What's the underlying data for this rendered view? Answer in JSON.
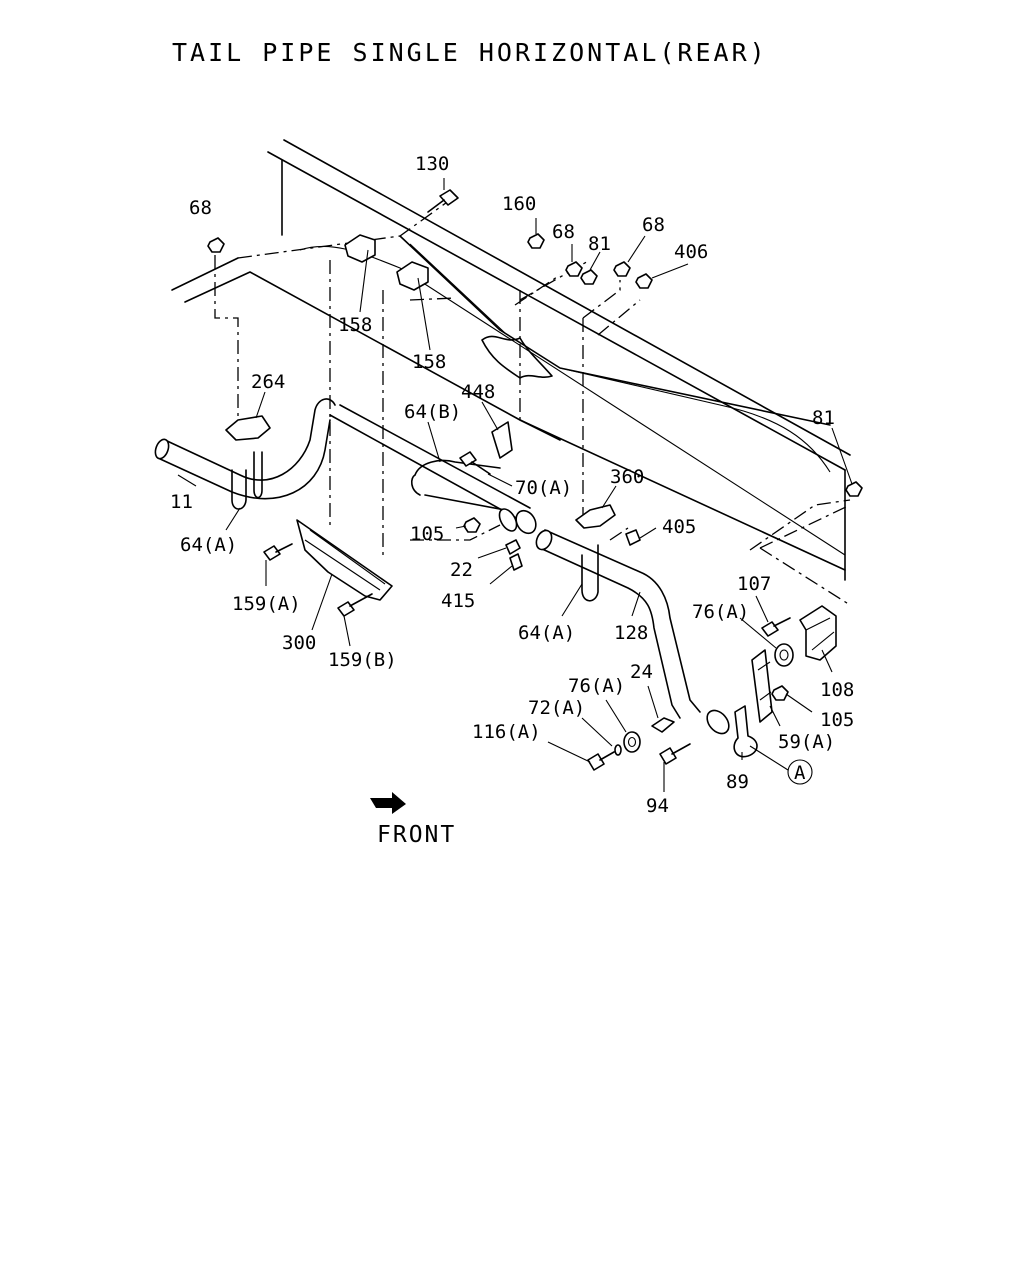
{
  "title": "TAIL PIPE SINGLE HORIZONTAL(REAR)",
  "front_label": "FRONT",
  "callouts": {
    "c130": "130",
    "c68a": "68",
    "c160": "160",
    "c68b": "68",
    "c81a": "81",
    "c68c": "68",
    "c406": "406",
    "c158a": "158",
    "c158b": "158",
    "c264": "264",
    "c448": "448",
    "c64b": "64(B)",
    "c70a": "70(A)",
    "c11": "11",
    "c64a1": "64(A)",
    "c81b": "81",
    "c360": "360",
    "c105a": "105",
    "c405": "405",
    "c22": "22",
    "c415": "415",
    "c159a": "159(A)",
    "c300": "300",
    "c159b": "159(B)",
    "c64a2": "64(A)",
    "c128": "128",
    "c107": "107",
    "c76a1": "76(A)",
    "c108": "108",
    "c105b": "105",
    "c59a": "59(A)",
    "c24": "24",
    "c76a2": "76(A)",
    "c72a": "72(A)",
    "c116a": "116(A)",
    "c94": "94",
    "c89": "89",
    "cA": "A"
  }
}
